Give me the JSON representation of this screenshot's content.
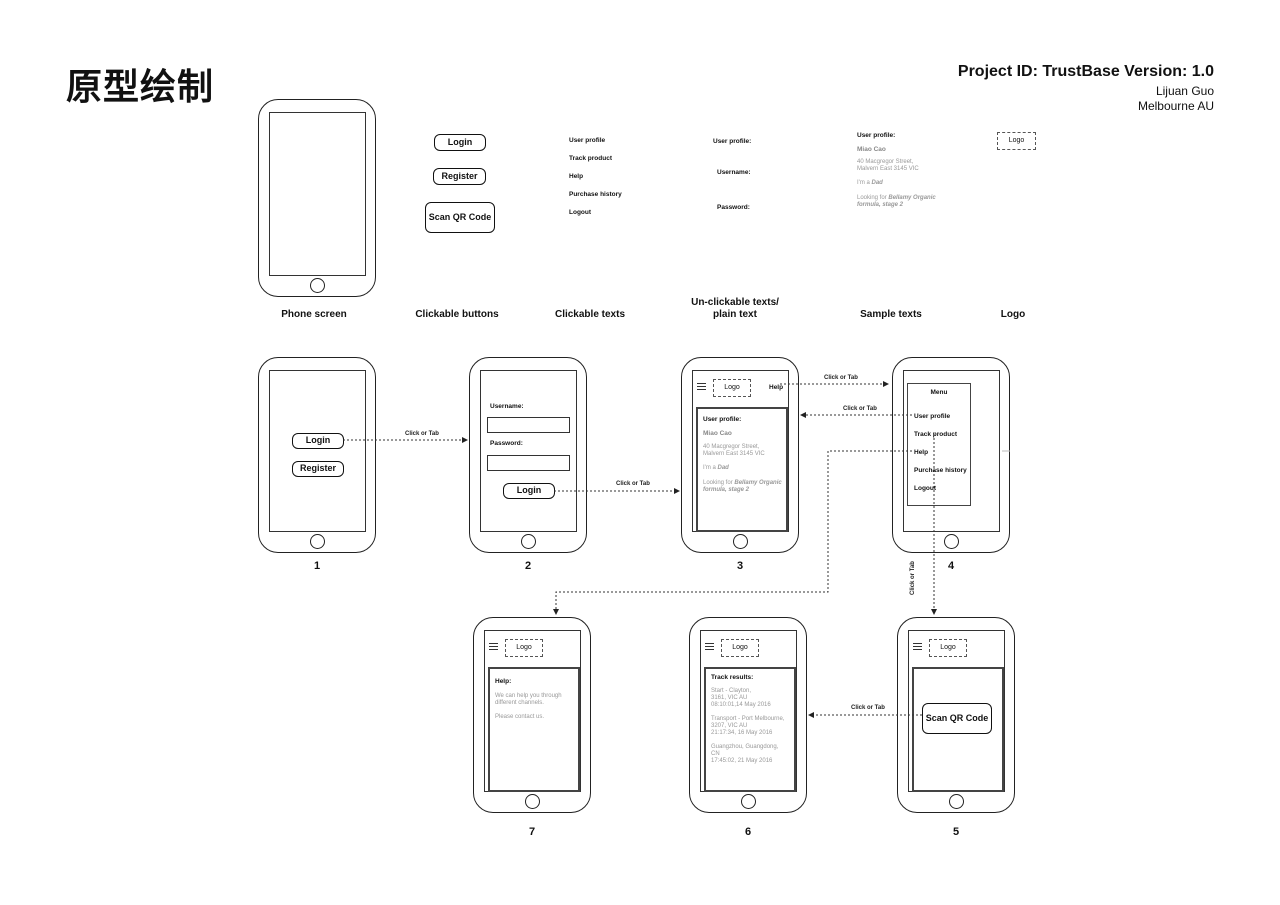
{
  "title": "原型绘制",
  "project": {
    "line1": "Project ID: TrustBase Version: 1.0",
    "line2": "Lijuan Guo",
    "line3": "Melbourne AU"
  },
  "legend": {
    "buttons": {
      "login": "Login",
      "register": "Register",
      "scan": "Scan QR Code"
    },
    "clickable_texts": [
      "User profile",
      "Track product",
      "Help",
      "Purchase history",
      "Logout"
    ],
    "plain_texts": [
      "User profile:",
      "Username:",
      "Password:"
    ],
    "sample": {
      "head": "User profile:",
      "name": "Miao Cao",
      "addr1": "40 Macgregor Street,",
      "addr2": "Malvern East 3145 VIC",
      "dad_pre": "I'm a ",
      "dad": "Dad",
      "look_pre": "Looking for ",
      "look_b1": "Bellamy Organic",
      "look_b2": "formula, stage 2"
    },
    "logo": "Logo",
    "labels": {
      "phone": "Phone screen",
      "buttons": "Clickable buttons",
      "texts": "Clickable texts",
      "plain_l1": "Un-clickable texts/",
      "plain_l2": "plain text",
      "sample": "Sample texts",
      "logo": "Logo"
    }
  },
  "screens": {
    "s1": {
      "num": "1",
      "login": "Login",
      "register": "Register"
    },
    "s2": {
      "num": "2",
      "username": "Username:",
      "password": "Password:",
      "login": "Login"
    },
    "s3": {
      "num": "3",
      "logo": "Logo",
      "help": "Help"
    },
    "s4": {
      "num": "4",
      "menu": "Menu",
      "items": [
        "User profile",
        "Track product",
        "Help",
        "Purchase history",
        "Logout"
      ]
    },
    "s5": {
      "num": "5",
      "logo": "Logo",
      "scan": "Scan QR Code"
    },
    "s6": {
      "num": "6",
      "logo": "Logo",
      "head": "Track results:",
      "e1a": "Start - Clayton,",
      "e1b": "3161, VIC AU",
      "e1c": "08:10:01,14 May 2016",
      "e2a": "Transport - Port Melbourne,",
      "e2b": "3207, VIC AU",
      "e2c": "21:17:34, 16 May 2016",
      "e3a": "Guangzhou, Guangdong,",
      "e3b": "CN",
      "e3c": "17:45:02, 21 May 2016"
    },
    "s7": {
      "num": "7",
      "logo": "Logo",
      "head": "Help:",
      "l1": "We can help you through",
      "l2": "different channels.",
      "l3": "Please contact us."
    }
  },
  "connectors": {
    "click_or_tab": "Click or Tab"
  }
}
